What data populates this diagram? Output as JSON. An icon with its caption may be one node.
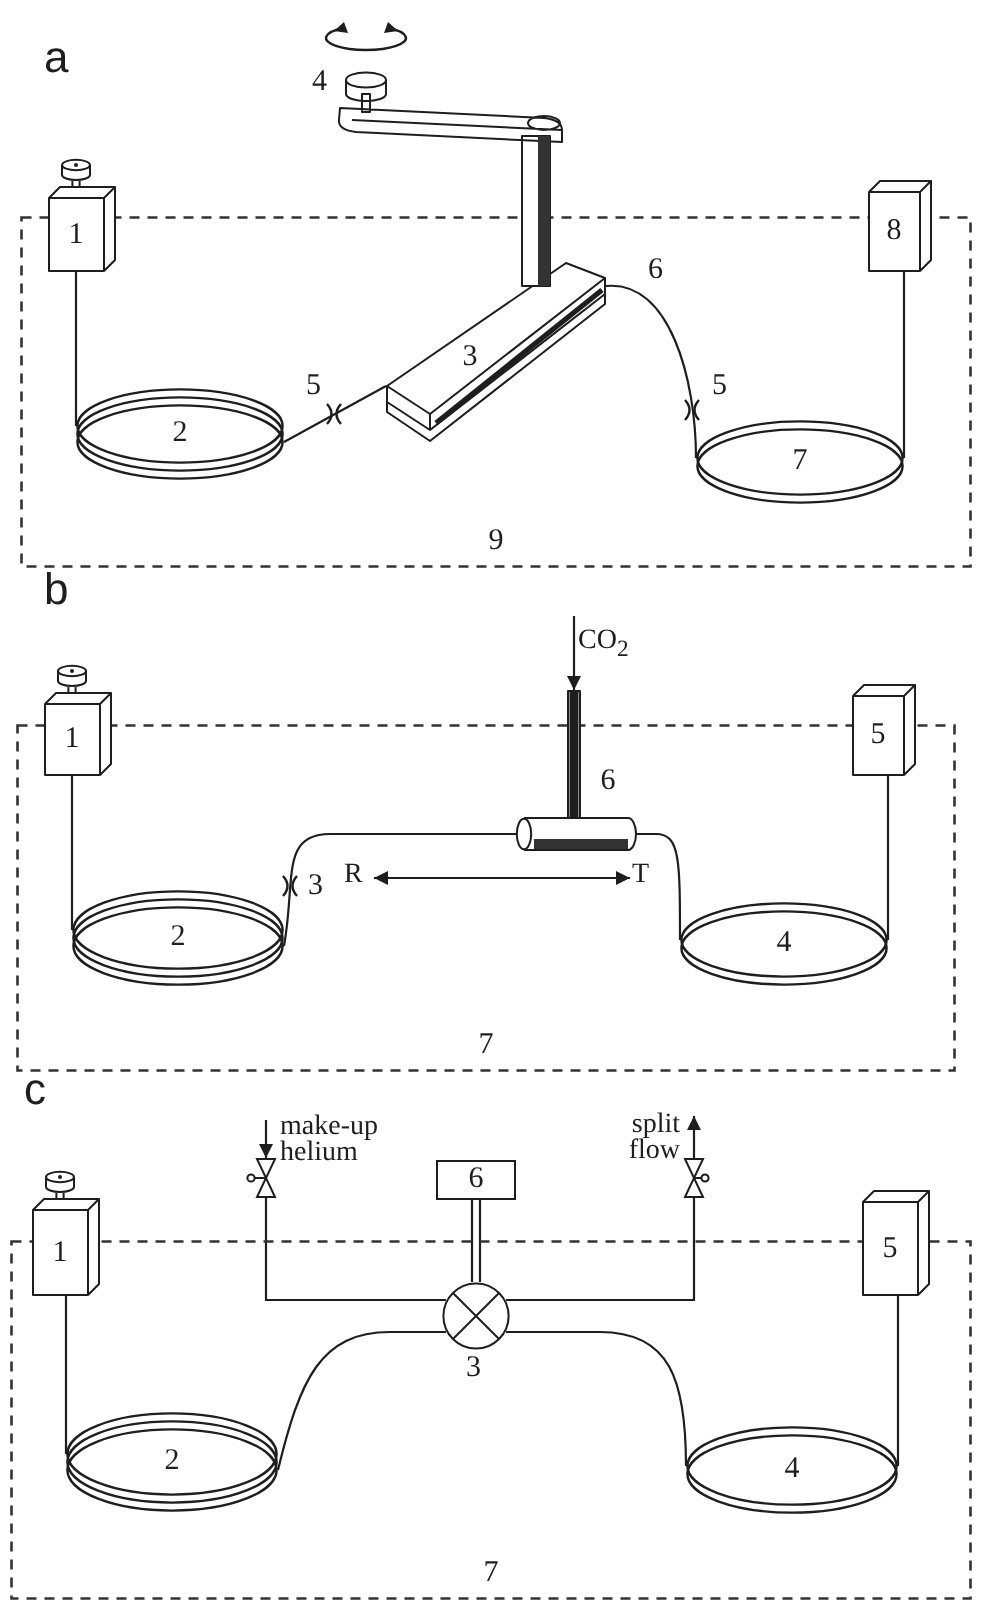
{
  "diagram": {
    "nodes": [
      {
        "text": [
          "9"
        ]
      },
      {
        "text": [
          "1"
        ]
      },
      {
        "text": [
          "2"
        ],
        "in": 0
      },
      {
        "text": [
          "3"
        ],
        "in": 0
      },
      {
        "text": [
          "7"
        ],
        "in": 0
      },
      {
        "text": [
          "8"
        ]
      },
      {
        "text": [
          "7"
        ]
      },
      {
        "text": [
          "CO$_{2}$"
        ]
      },
      {
        "text": [
          "1"
        ]
      },
      {
        "text": [
          "2"
        ],
        "in": 6
      },
      {
        "text": [
          "6"
        ]
      },
      {
        "text": [
          "R"
        ],
        "in": 6
      },
      {
        "text": [
          "T"
        ],
        "in": 6
      },
      {
        "text": [
          "4"
        ],
        "in": 6
      },
      {
        "text": [
          "5"
        ]
      },
      {
        "text": [
          "7"
        ]
      },
      {
        "text": [
          "make-up helium"
        ]
      },
      {
        "text": [],
        "shape": "valve"
      },
      {
        "text": [
          "6"
        ]
      },
      {
        "text": [],
        "shape": "valve"
      },
      {
        "text": [
          "split flow"
        ]
      },
      {
        "text": [
          "1"
        ]
      },
      {
        "text": [
          "2"
        ],
        "in": 15
      },
      {
        "text": [],
        "shape": "circle",
        "beside": [
          "3"
        ],
        "in": 15
      },
      {
        "text": [
          "4"
        ],
        "in": 15
      },
      {
        "text": [
          "5"
        ]
      }
    ],
    "edges": [
      {
        "from": 1,
        "to": 2,
        "arrow": "none"
      },
      {
        "from": 2,
        "to": 3,
        "arrow": "none"
      },
      {
        "from": 3,
        "to": 4,
        "arrow": "none"
      },
      {
        "from": 4,
        "to": 5,
        "arrow": "none"
      },
      {
        "from": 7,
        "to": 10,
        "arrow": "to"
      },
      {
        "from": 8,
        "to": 9,
        "arrow": "none"
      },
      {
        "from": 9,
        "to": 10,
        "arrow": "none"
      },
      {
        "from": 10,
        "to": 13,
        "arrow": "none"
      },
      {
        "from": 13,
        "to": 14,
        "arrow": "none"
      },
      {
        "from": 11,
        "to": 12,
        "arrow": "both"
      },
      {
        "from": 16,
        "to": 17,
        "arrow": "to"
      },
      {
        "from": 17,
        "to": 23,
        "arrow": "none"
      },
      {
        "from": 18,
        "to": 23,
        "arrow": "none"
      },
      {
        "from": 23,
        "to": 19,
        "arrow": "none"
      },
      {
        "from": 19,
        "to": 20,
        "arrow": "to"
      },
      {
        "from": 21,
        "to": 22,
        "arrow": "none"
      },
      {
        "from": 22,
        "to": 23,
        "arrow": "none"
      },
      {
        "from": 23,
        "to": 24,
        "arrow": "none"
      },
      {
        "from": 24,
        "to": 25,
        "arrow": "none"
      }
    ],
    "labels": [
      "a",
      "4",
      "6",
      "5",
      "5",
      "b",
      "3",
      "c"
    ]
  }
}
